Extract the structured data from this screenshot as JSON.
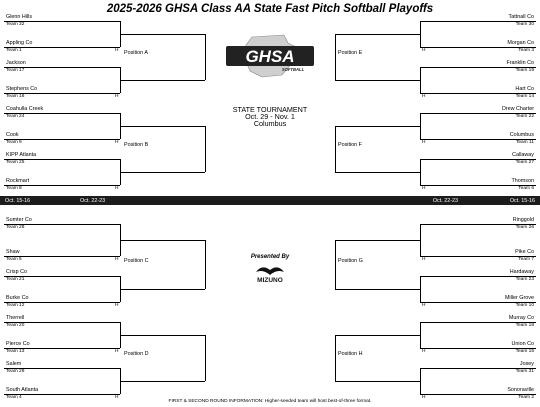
{
  "title": "2025-2026 GHSA Class AA State Fast Pitch Softball Playoffs",
  "state_tournament": {
    "heading": "STATE TOURNAMENT",
    "dates": "Oct. 29 - Nov. 1",
    "location": "Columbus"
  },
  "logo": {
    "text": "GHSA",
    "tagline": "SOFTBALL"
  },
  "sponsor": {
    "presented_by": "Presented By",
    "name": "MIZUNO"
  },
  "date_bar": {
    "left_round1": "Oct. 15-16",
    "left_round2": "Oct. 22-23",
    "right_round2": "Oct. 22-23",
    "right_round1": "Oct. 15-16"
  },
  "home_marker": "H",
  "footer": "FIRST & SECOND ROUND INFORMATION: Higher-seeded team will host best-of-three format.",
  "left": {
    "positions": [
      "Position A",
      "Position B",
      "Position C",
      "Position D"
    ],
    "teams": [
      {
        "name": "Glenn Hills",
        "seed": "Team 32"
      },
      {
        "name": "Appling Co",
        "seed": "Team 1"
      },
      {
        "name": "Jackson",
        "seed": "Team 17"
      },
      {
        "name": "Stephens Co",
        "seed": "Team 16"
      },
      {
        "name": "Coahulla Creek",
        "seed": "Team 24"
      },
      {
        "name": "Cook",
        "seed": "Team 9"
      },
      {
        "name": "KIPP Atlanta",
        "seed": "Team 25"
      },
      {
        "name": "Rockmart",
        "seed": "Team 8"
      },
      {
        "name": "Sumter Co",
        "seed": "Team 28"
      },
      {
        "name": "Shaw",
        "seed": "Team 5"
      },
      {
        "name": "Crisp Co",
        "seed": "Team 21"
      },
      {
        "name": "Burke Co",
        "seed": "Team 12"
      },
      {
        "name": "Therrell",
        "seed": "Team 20"
      },
      {
        "name": "Pierce Co",
        "seed": "Team 13"
      },
      {
        "name": "Salem",
        "seed": "Team 29"
      },
      {
        "name": "South Atlanta",
        "seed": "Team 4"
      }
    ]
  },
  "right": {
    "positions": [
      "Position E",
      "Position F",
      "Position G",
      "Position H"
    ],
    "teams": [
      {
        "name": "Tattnall Co",
        "seed": "Team 30"
      },
      {
        "name": "Morgan Co",
        "seed": "Team 3"
      },
      {
        "name": "Franklin Co",
        "seed": "Team 19"
      },
      {
        "name": "Hart Co",
        "seed": "Team 14"
      },
      {
        "name": "Drew Charter",
        "seed": "Team 22"
      },
      {
        "name": "Columbus",
        "seed": "Team 11"
      },
      {
        "name": "Callaway",
        "seed": "Team 27"
      },
      {
        "name": "Thomson",
        "seed": "Team 6"
      },
      {
        "name": "Ringgold",
        "seed": "Team 26"
      },
      {
        "name": "Pike Co",
        "seed": "Team 7"
      },
      {
        "name": "Hardaway",
        "seed": "Team 23"
      },
      {
        "name": "Miller Grove",
        "seed": "Team 10"
      },
      {
        "name": "Murray Co",
        "seed": "Team 18"
      },
      {
        "name": "Union Co",
        "seed": "Team 15"
      },
      {
        "name": "Josey",
        "seed": "Team 31"
      },
      {
        "name": "Sonoraville",
        "seed": "Team 2"
      }
    ]
  }
}
